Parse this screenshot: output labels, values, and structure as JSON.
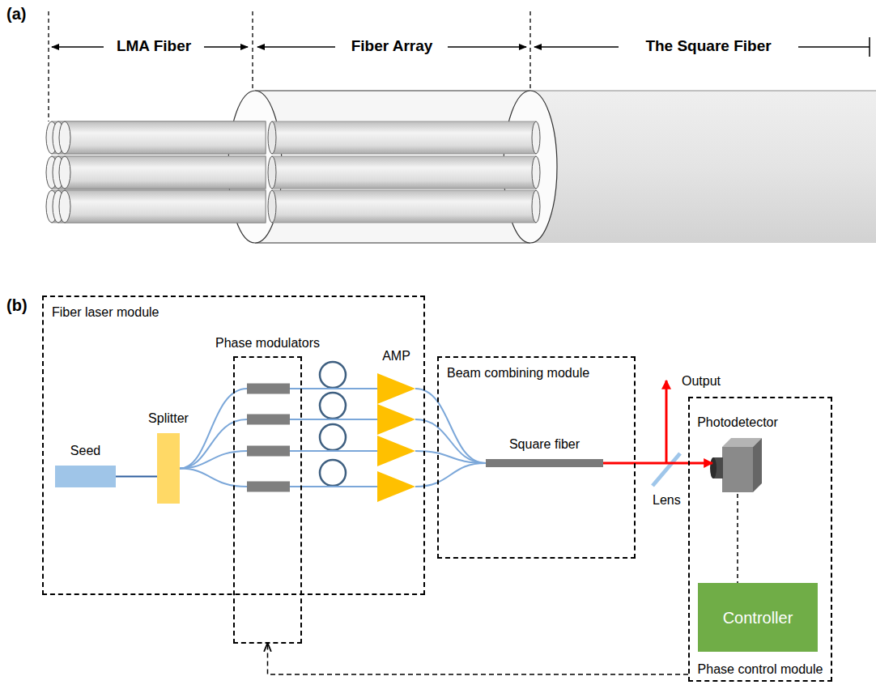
{
  "diagram": {
    "nodes": [
      {
        "text": [
          "Fiber laser module"
        ]
      },
      {
        "text": [
          "Seed"
        ],
        "in": 0
      },
      {
        "text": [
          "Splitter"
        ],
        "in": 0
      },
      {
        "text": [
          "Phase modulators"
        ],
        "in": 0
      },
      {
        "text": [
          "AMP"
        ],
        "in": 0
      },
      {
        "text": [
          "Beam combining module"
        ]
      },
      {
        "text": [
          "Square fiber"
        ],
        "in": 5
      },
      {
        "text": [
          "Phase control module"
        ]
      },
      {
        "text": [
          "Photodetector"
        ],
        "in": 7
      },
      {
        "text": [
          "Controller"
        ],
        "in": 7
      }
    ],
    "edges": [
      {
        "from": 1,
        "to": 2,
        "arrow": "none"
      },
      {
        "from": 2,
        "to": 3,
        "arrow": "none"
      },
      {
        "from": 3,
        "to": 4,
        "arrow": "none"
      },
      {
        "from": 4,
        "to": 6,
        "arrow": "none"
      },
      {
        "from": 6,
        "to": 8,
        "arrow": "to"
      },
      {
        "from": 8,
        "to": 9,
        "arrow": "none"
      },
      {
        "from": 7,
        "to": 3,
        "arrow": "to"
      }
    ],
    "labels": [
      "(a)",
      "LMA Fiber",
      "Fiber Array",
      "The Square Fiber",
      "(b)",
      "Output",
      "Lens"
    ]
  }
}
